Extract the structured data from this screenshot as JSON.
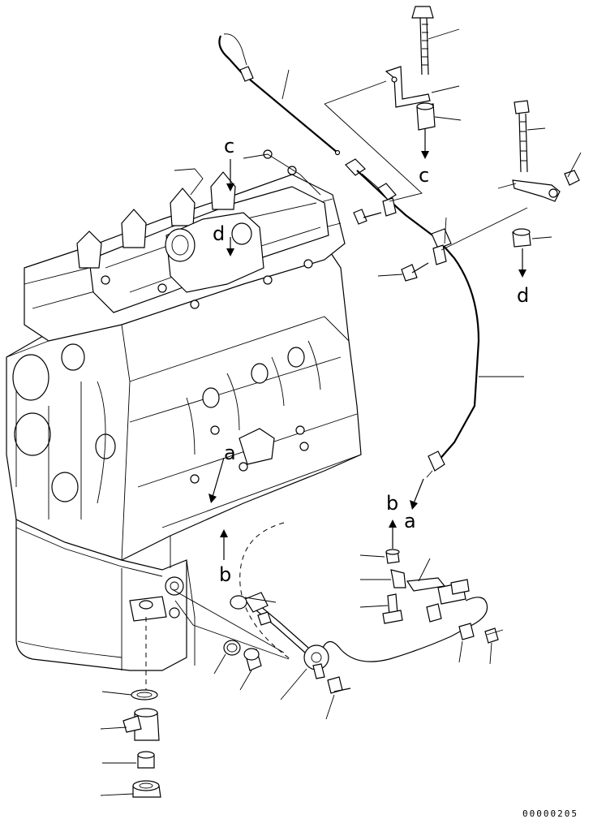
{
  "diagram": {
    "reference_labels": {
      "c_top": "c",
      "d_top": "d",
      "c_arrow": "c",
      "d_arrow": "d",
      "a_block": "a",
      "b_block": "b",
      "b_right": "b",
      "a_right": "a"
    },
    "drawing_code": "00000205"
  }
}
